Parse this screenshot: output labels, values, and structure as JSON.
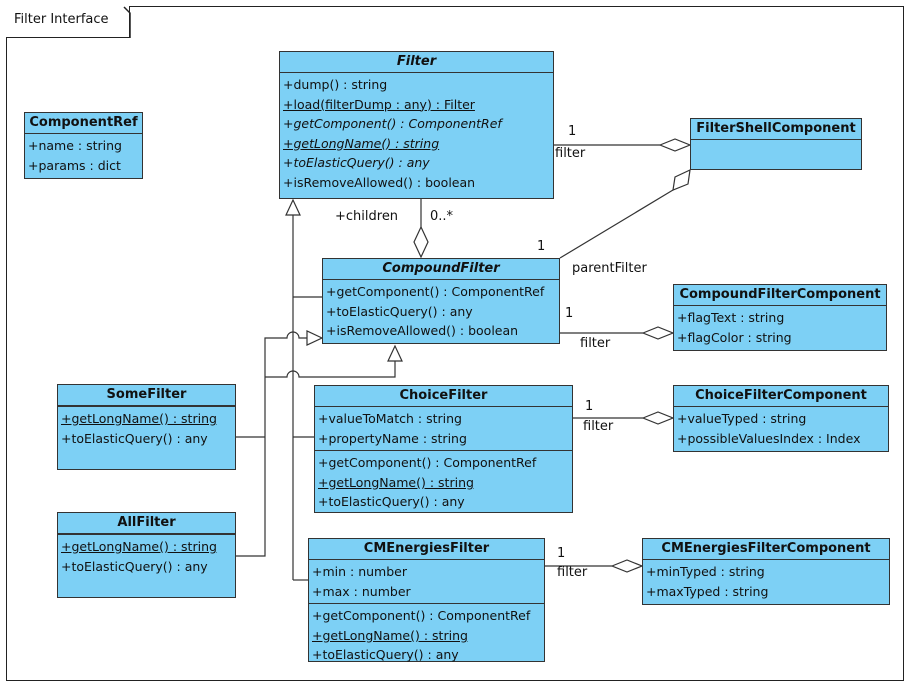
{
  "frame": {
    "title": "Filter Interface"
  },
  "classes": {
    "filter": {
      "name": "Filter",
      "operations": [
        "+dump() : string",
        "+load(filterDump : any) : Filter",
        "+getComponent() : ComponentRef",
        "+getLongName() : string",
        "+toElasticQuery() : any",
        "+isRemoveAllowed() : boolean"
      ]
    },
    "component_ref": {
      "name": "ComponentRef",
      "attributes": [
        "+name : string",
        "+params : dict"
      ]
    },
    "filter_shell_component": {
      "name": "FilterShellComponent"
    },
    "compound_filter": {
      "name": "CompoundFilter",
      "operations": [
        "+getComponent() : ComponentRef",
        "+toElasticQuery() : any",
        "+isRemoveAllowed() : boolean"
      ]
    },
    "compound_filter_component": {
      "name": "CompoundFilterComponent",
      "attributes": [
        "+flagText : string",
        "+flagColor : string"
      ]
    },
    "some_filter": {
      "name": "SomeFilter",
      "operations": [
        "+getLongName() : string",
        "+toElasticQuery() : any"
      ]
    },
    "choice_filter": {
      "name": "ChoiceFilter",
      "attributes": [
        "+valueToMatch : string",
        "+propertyName : string"
      ],
      "operations": [
        "+getComponent() : ComponentRef",
        "+getLongName() : string",
        "+toElasticQuery() : any"
      ]
    },
    "choice_filter_component": {
      "name": "ChoiceFilterComponent",
      "attributes": [
        "+valueTyped : string",
        "+possibleValuesIndex : Index"
      ]
    },
    "all_filter": {
      "name": "AllFilter",
      "operations": [
        "+getLongName() : string",
        "+toElasticQuery() : any"
      ]
    },
    "cm_energies_filter": {
      "name": "CMEnergiesFilter",
      "attributes": [
        "+min : number",
        "+max : number"
      ],
      "operations": [
        "+getComponent() : ComponentRef",
        "+getLongName() : string",
        "+toElasticQuery() : any"
      ]
    },
    "cm_energies_filter_component": {
      "name": "CMEnergiesFilterComponent",
      "attributes": [
        "+minTyped : string",
        "+maxTyped : string"
      ]
    }
  },
  "labels": {
    "filter_shell_mult": "1",
    "filter_shell_role": "filter",
    "children_role": "+children",
    "children_mult": "0..*",
    "parent_mult": "1",
    "parent_role": "parentFilter",
    "compound_comp_mult": "1",
    "compound_comp_role": "filter",
    "choice_comp_mult": "1",
    "choice_comp_role": "filter",
    "cm_comp_mult": "1",
    "cm_comp_role": "filter"
  }
}
